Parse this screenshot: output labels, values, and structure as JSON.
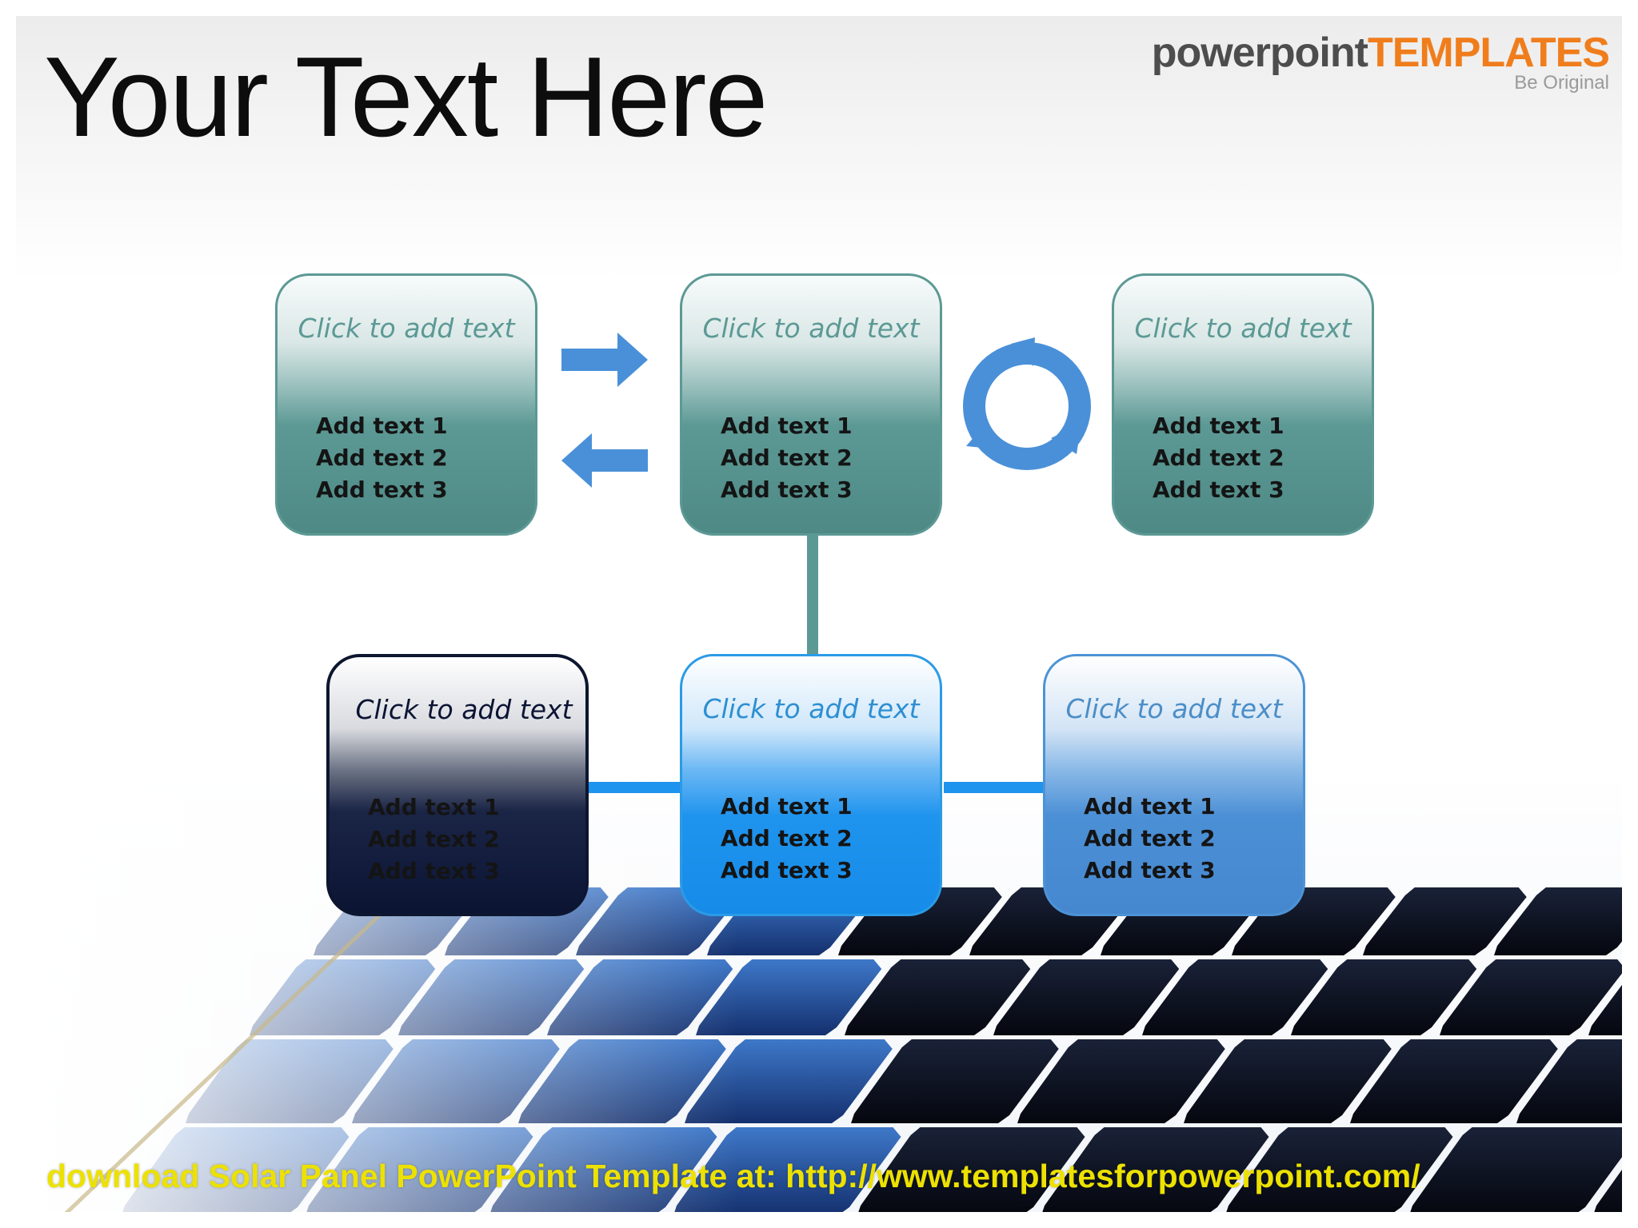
{
  "slide": {
    "title": "Your Text Here",
    "logo": {
      "brand_part1": "powerpoint",
      "brand_part2": "TEMPLATES",
      "tagline": "Be Original"
    },
    "footer": "download Solar Panel PowerPoint Template at: http://www.templatesforpowerpoint.com/"
  },
  "diagram": {
    "boxes": [
      {
        "heading": "Click to add text",
        "items": [
          "Add text 1",
          "Add text 2",
          "Add text 3"
        ]
      },
      {
        "heading": "Click to add text",
        "items": [
          "Add text 1",
          "Add text 2",
          "Add text 3"
        ]
      },
      {
        "heading": "Click to add text",
        "items": [
          "Add text 1",
          "Add text 2",
          "Add text 3"
        ]
      },
      {
        "heading": "Click to add text",
        "items": [
          "Add text 1",
          "Add text 2",
          "Add text 3"
        ]
      },
      {
        "heading": "Click to add text",
        "items": [
          "Add text 1",
          "Add text 2",
          "Add text 3"
        ]
      },
      {
        "heading": "Click to add text",
        "items": [
          "Add text 1",
          "Add text 2",
          "Add text 3"
        ]
      }
    ],
    "colors": {
      "teal": "#5c9995",
      "navy": "#0b1433",
      "bright_blue": "#1f94ee",
      "medium_blue": "#4b8fd5",
      "arrow_blue": "#4a90d9"
    }
  }
}
